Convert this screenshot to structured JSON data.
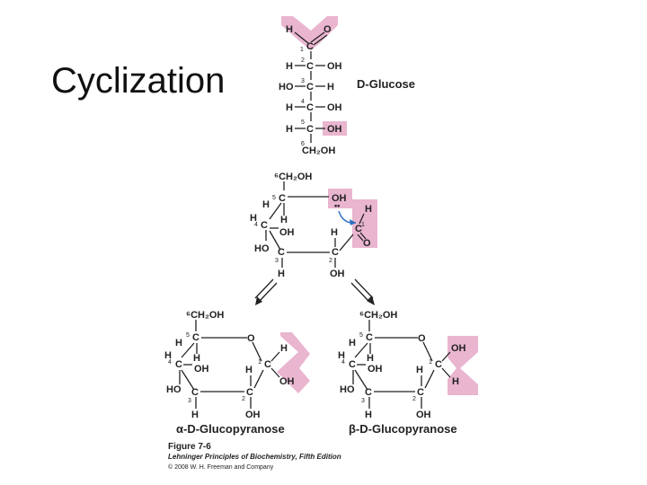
{
  "slide": {
    "title": "Cyclization"
  },
  "diagram": {
    "glucose_label": "D-Glucose",
    "alpha_label": "α-D-Glucopyranose",
    "beta_label": "β-D-Glucopyranose",
    "figure_number": "Figure 7-6",
    "book_title": "Lehninger Principles of Biochemistry, Fifth Edition",
    "copyright": "© 2008 W. H. Freeman and Company",
    "colors": {
      "highlight": "#e9b5cf",
      "arrow": "#2a6fbf",
      "ink": "#222222"
    }
  }
}
